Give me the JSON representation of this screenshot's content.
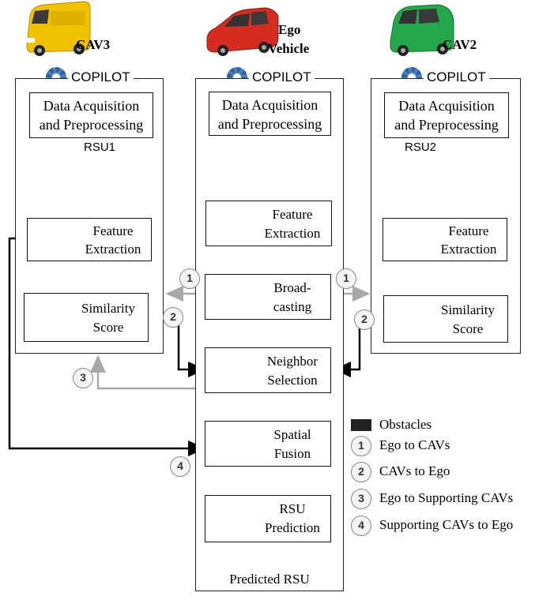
{
  "vehicles": {
    "cav3": "CAV3",
    "ego_line1": "Ego",
    "ego_line2": "Vehicle",
    "cav2": "CAV2"
  },
  "copilot_label": "COPILOT",
  "modules": {
    "data_acq_line1": "Data Acquisition",
    "data_acq_line2": "and Preprocessing",
    "feature_line1": "Feature",
    "feature_line2": "Extraction",
    "similarity_line1": "Similarity",
    "similarity_line2": "Score",
    "broadcast_line1": "Broad-",
    "broadcast_line2": "casting",
    "neighbor_line1": "Neighbor",
    "neighbor_line2": "Selection",
    "spatial_line1": "Spatial",
    "spatial_line2": "Fusion",
    "rsu_pred_line1": "RSU",
    "rsu_pred_line2": "Prediction",
    "predicted_rsu": "Predicted RSU"
  },
  "rsu_labels": {
    "rsu1": "RSU1",
    "rsu2": "RSU2"
  },
  "step_numbers": {
    "one": "1",
    "two": "2",
    "three": "3",
    "four": "4"
  },
  "legend": {
    "obstacles": "Obstacles",
    "step1": "Ego to CAVs",
    "step2": "CAVs to Ego",
    "step3": "Ego to Supporting CAVs",
    "step4": "Supporting CAVs to Ego"
  },
  "colors": {
    "cav3_accent": "#f2c200",
    "ego_accent": "#c0261c",
    "cav2_accent": "#0f7a55",
    "gear": "#4a7fc1",
    "blue_star": "#1a73e8",
    "purple_star": "#7b2cf0",
    "gray_arrow": "#a8a8a8"
  }
}
